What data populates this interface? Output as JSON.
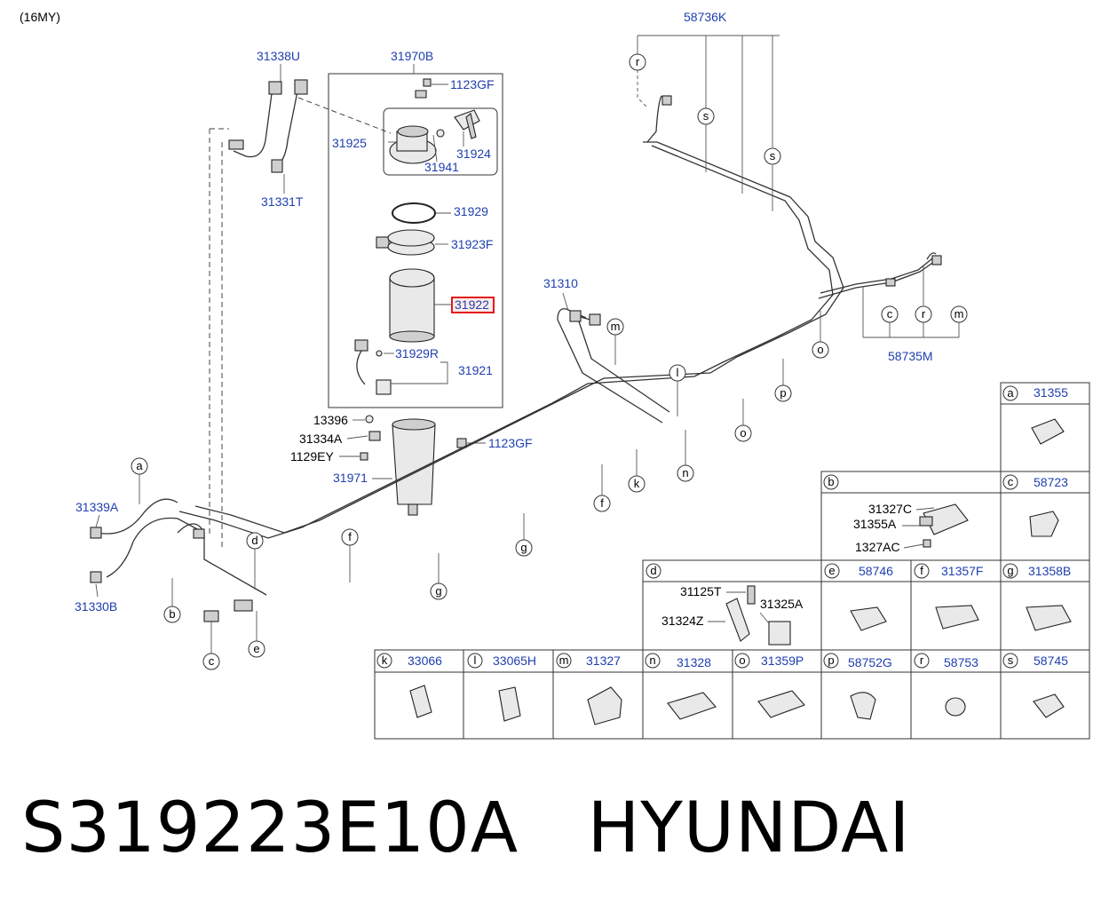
{
  "model_note": "(16MY)",
  "footer": {
    "part_number": "S319223E10A",
    "brand": "HYUNDAI"
  },
  "highlight_color": "#e21b1b",
  "label_color": "#1f3fb0",
  "filter_assembly": {
    "title": "31970B",
    "parts": [
      "1123GF",
      "31925",
      "31924",
      "31941",
      "31929",
      "31923F",
      "31922",
      "31929R",
      "31921"
    ]
  },
  "part_labels": {
    "p31338U": "31338U",
    "p31331T": "31331T",
    "p31310": "31310",
    "p58736K": "58736K",
    "p58735M": "58735M",
    "p13396": "13396",
    "p31334A": "31334A",
    "p1129EY": "1129EY",
    "p31971": "31971",
    "p1123GF_b": "1123GF",
    "p31339A": "31339A",
    "p31330B": "31330B"
  },
  "callout_letters": [
    "r",
    "s",
    "s",
    "c",
    "r",
    "m",
    "m",
    "l",
    "o",
    "p",
    "o",
    "n",
    "k",
    "f",
    "g",
    "g",
    "f",
    "d",
    "a",
    "b",
    "c",
    "e"
  ],
  "clip_table": {
    "row1": [
      {
        "letter": "a",
        "part": "31355"
      }
    ],
    "row2": [
      {
        "letter": "b",
        "part": ""
      },
      {
        "letter": "c",
        "part": "58723"
      }
    ],
    "b_parts": [
      "31327C",
      "31355A",
      "1327AC"
    ],
    "row3": [
      {
        "letter": "d",
        "part": ""
      },
      {
        "letter": "e",
        "part": "58746"
      },
      {
        "letter": "f",
        "part": "31357F"
      },
      {
        "letter": "g",
        "part": "31358B"
      }
    ],
    "d_parts": [
      "31125T",
      "31325A",
      "31324Z"
    ],
    "row4": [
      {
        "letter": "k",
        "part": "33066"
      },
      {
        "letter": "l",
        "part": "33065H"
      },
      {
        "letter": "m",
        "part": "31327"
      },
      {
        "letter": "n",
        "part": "31328"
      },
      {
        "letter": "o",
        "part": "31359P"
      },
      {
        "letter": "p",
        "part": "58752G"
      },
      {
        "letter": "r",
        "part": "58753"
      },
      {
        "letter": "s",
        "part": "58745"
      }
    ]
  }
}
